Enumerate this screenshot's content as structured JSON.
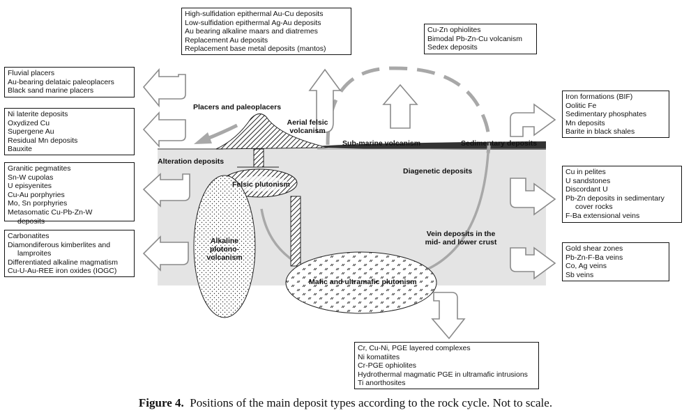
{
  "boxes": {
    "epithermal": [
      "High-sulfidation epithermal Au-Cu deposits",
      "Low-sulfidation epithermal Ag-Au deposits",
      "Au bearing alkaline maars and diatremes",
      "Replacement Au deposits",
      "Replacement base metal deposits (mantos)"
    ],
    "ophiolites": [
      "Cu-Zn ophiolites",
      "Bimodal Pb-Zn-Cu volcanism",
      "Sedex deposits"
    ],
    "placers": [
      "Fluvial placers",
      "Au-bearing delataic paleoplacers",
      "Black sand marine placers"
    ],
    "laterite": [
      "Ni laterite deposits",
      "Oxydized Cu",
      "Supergene Au",
      "Residual Mn deposits",
      "Bauxite"
    ],
    "granitic": [
      "Granitic pegmatites",
      "Sn-W cupolas",
      "U episyenites",
      "Cu-Au porphyries",
      "Mo, Sn porphyries",
      "Metasomatic Cu-Pb-Zn-W"
    ],
    "granitic_indent": "deposits",
    "carbonatites": [
      "Carbonatites",
      "Diamondiferous kimberlites and"
    ],
    "carbonatites_indent": "lamproites",
    "carbonatites_rest": [
      "Differentiated alkaline magmatism",
      "Cu-U-Au-REE iron oxides (IOGC)"
    ],
    "iron": [
      "Iron formations (BIF)",
      "Oolitic Fe",
      "Sedimentary phosphates",
      "Mn deposits",
      "Barite in black shales"
    ],
    "pelites": [
      "Cu in pelites",
      "U sandstones",
      "Discordant U",
      "Pb-Zn deposits in sedimentary"
    ],
    "pelites_indent": "cover rocks",
    "pelites_rest": [
      "F-Ba extensional veins"
    ],
    "gold": [
      "Gold shear zones",
      "Pb-Zn-F-Ba veins",
      "Co, Ag veins",
      "Sb veins"
    ],
    "mafic": [
      "Cr, Cu-Ni, PGE layered complexes",
      "Ni komatiites",
      "Cr-PGE ophiolites",
      "Hydrothermal magmatic PGE in ultramafic intrusions",
      "Ti anorthosites"
    ]
  },
  "labels": {
    "placers": "Placers and paleoplacers",
    "aerial1": "Aerial felsic",
    "aerial2": "volcanism",
    "submarine": "Sub-marine volcanism",
    "sedimentary": "Sedimentary deposits",
    "alteration": "Alteration deposits",
    "diagenetic": "Diagenetic deposits",
    "felsic": "Felsic plutonism",
    "alkaline": [
      "Alkaline",
      "plutono-",
      "volcanism"
    ],
    "vein1": "Vein deposits in the",
    "vein2": "mid- and lower crust",
    "mafic": "Mafic and ultramafic plutonism"
  },
  "caption": {
    "prefix": "Figure 4.",
    "text": "Positions of the main deposit types according to the rock cycle. Not to scale."
  },
  "colors": {
    "crust": "#e4e4e4",
    "cycle": "#a8a8a8",
    "arrow_outline": "#8a8a8a",
    "sea_line": "#333333"
  }
}
